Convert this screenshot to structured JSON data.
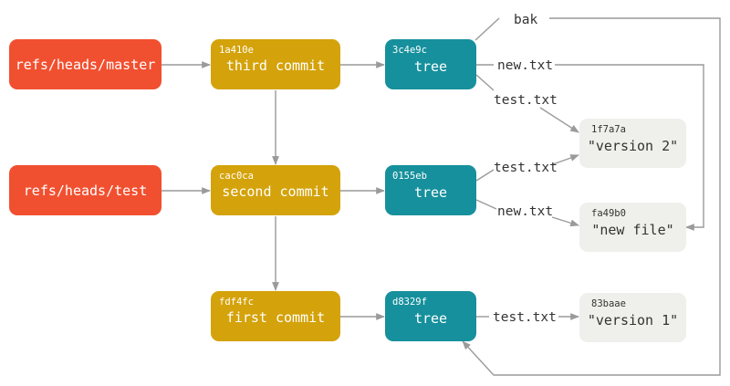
{
  "refs": {
    "master": "refs/heads/master",
    "test": "refs/heads/test"
  },
  "commits": {
    "third": {
      "hash": "1a410e",
      "label": "third commit"
    },
    "second": {
      "hash": "cac0ca",
      "label": "second commit"
    },
    "first": {
      "hash": "fdf4fc",
      "label": "first commit"
    }
  },
  "trees": {
    "t3": {
      "hash": "3c4e9c",
      "label": "tree"
    },
    "t2": {
      "hash": "0155eb",
      "label": "tree"
    },
    "t1": {
      "hash": "d8329f",
      "label": "tree"
    }
  },
  "blobs": {
    "b1": {
      "hash": "1f7a7a",
      "label": "\"version 2\""
    },
    "b2": {
      "hash": "fa49b0",
      "label": "\"new file\""
    },
    "b3": {
      "hash": "83baae",
      "label": "\"version 1\""
    }
  },
  "edges": {
    "bak": "bak",
    "t3_new": "new.txt",
    "t3_test": "test.txt",
    "t2_test": "test.txt",
    "t2_new": "new.txt",
    "t1_test": "test.txt"
  },
  "colors": {
    "ref": "#f15030",
    "commit": "#d4a20a",
    "tree": "#16909c",
    "blob": "#efefeb",
    "edge": "#9a9a9a"
  }
}
